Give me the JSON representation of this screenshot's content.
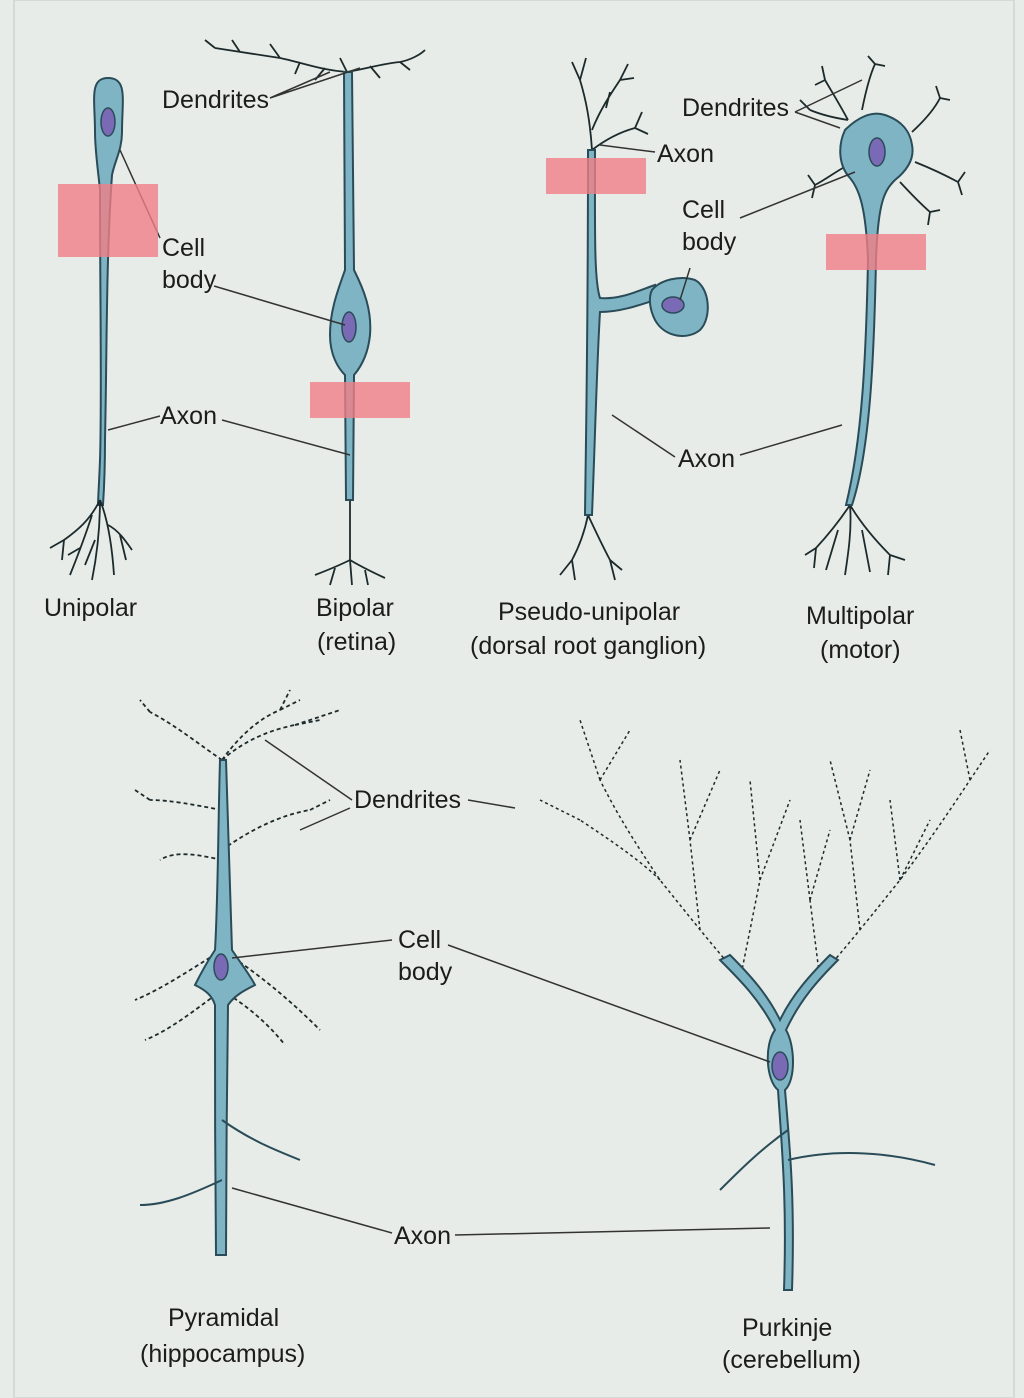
{
  "colors": {
    "background": "#e7ece8",
    "neuron_fill": "#7fb4c4",
    "neuron_outline": "#2a4c58",
    "nucleus_fill": "#7a6ab5",
    "dark_spine": "#1d2a2c",
    "label_line": "#333333",
    "highlight_box": "#f07e86"
  },
  "icons": {
    "unipolar": "unipolar-neuron-icon",
    "bipolar": "bipolar-neuron-icon",
    "pseudo_unipolar": "pseudo-unipolar-neuron-icon",
    "multipolar": "multipolar-neuron-icon",
    "pyramidal": "pyramidal-neuron-icon",
    "purkinje": "purkinje-neuron-icon"
  },
  "labels": {
    "dendrites": "Dendrites",
    "cell": "Cell",
    "body": "body",
    "axon": "Axon"
  },
  "neurons": {
    "unipolar": {
      "name": "Unipolar"
    },
    "bipolar": {
      "name": "Bipolar",
      "subtitle": "(retina)"
    },
    "pseudo_unipolar": {
      "name": "Pseudo-unipolar",
      "subtitle": "(dorsal root ganglion)"
    },
    "multipolar": {
      "name": "Multipolar",
      "subtitle": "(motor)"
    },
    "pyramidal": {
      "name": "Pyramidal",
      "subtitle": "(hippocampus)"
    },
    "purkinje": {
      "name": "Purkinje",
      "subtitle": "(cerebellum)"
    }
  }
}
